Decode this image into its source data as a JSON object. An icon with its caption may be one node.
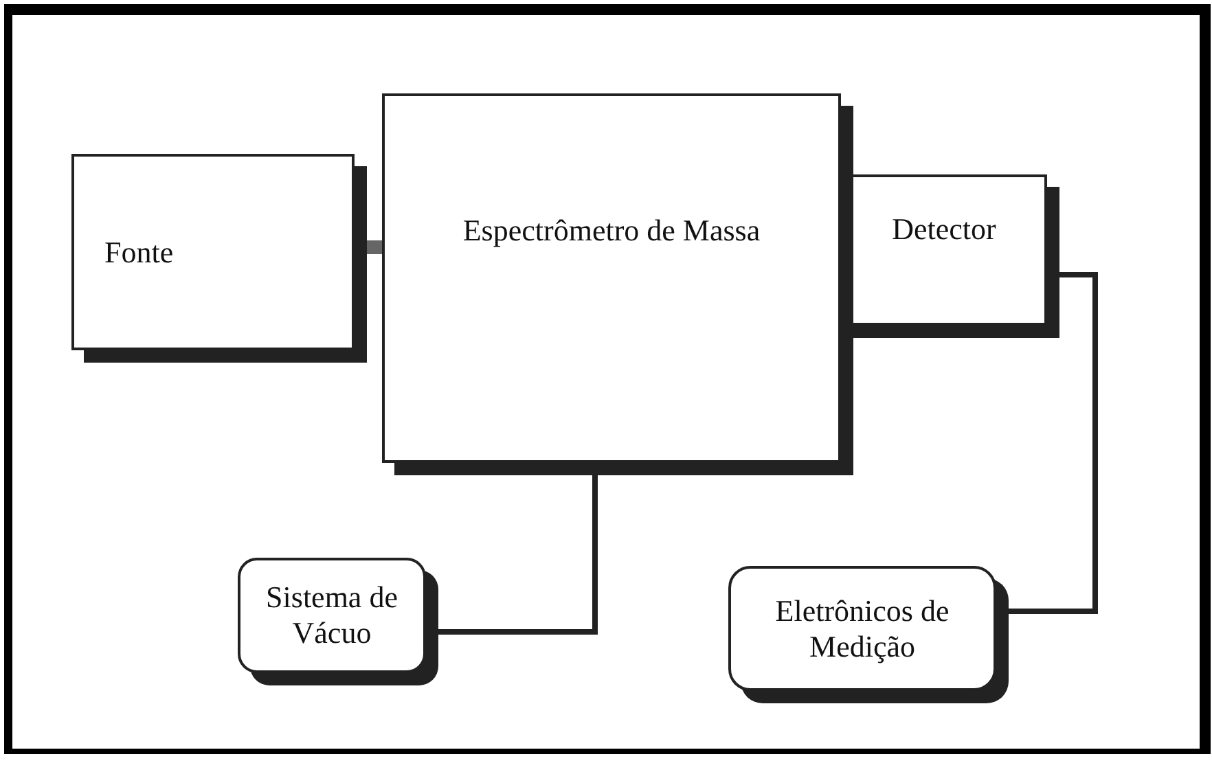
{
  "diagram": {
    "nodes": [
      {
        "text": [
          "Fonte"
        ]
      },
      {
        "text": [
          "Espectrômetro de Massa"
        ]
      },
      {
        "text": [
          "Detector"
        ]
      },
      {
        "text": [
          "Sistema de Vácuo"
        ]
      },
      {
        "text": [
          "Eletrônicos de Medição"
        ]
      }
    ],
    "edges": [
      {
        "from": 0,
        "to": 1,
        "arrow": "none",
        "style": "thick",
        "color": "#666666"
      },
      {
        "from": 1,
        "to": 3,
        "arrow": "none"
      },
      {
        "from": 2,
        "to": 4,
        "arrow": "none"
      }
    ]
  }
}
